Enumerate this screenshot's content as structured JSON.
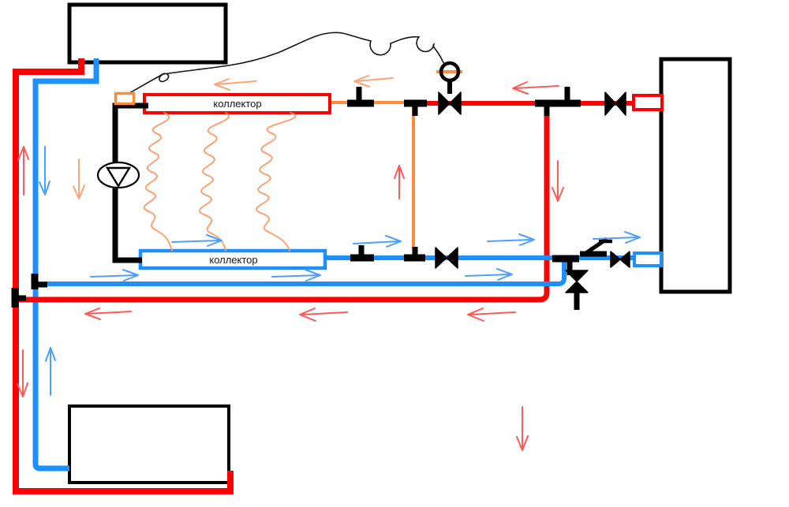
{
  "diagram": {
    "type": "heating-system-schematic",
    "labels": {
      "collector_supply": "коллектор",
      "collector_return": "коллектор"
    },
    "colors": {
      "hot_pipe": "#fe0000",
      "cold_pipe": "#1e8fff",
      "black_pipe": "#000000",
      "floor_loop": "#ff9966",
      "orange_fitting": "#ff8c3c",
      "arrow_hot": "#ff5a55",
      "arrow_cold": "#4d9fff",
      "arrow_loop": "#ffa476",
      "background": "#ffffff"
    }
  }
}
